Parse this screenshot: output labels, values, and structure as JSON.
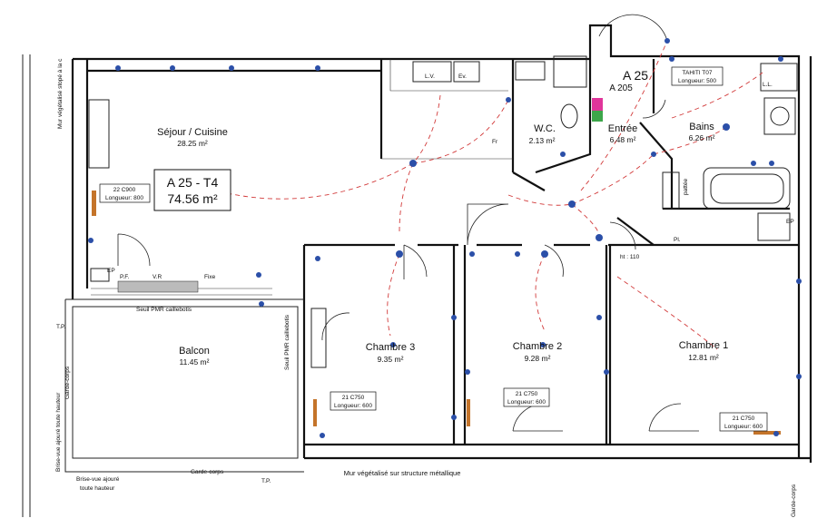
{
  "apartment": {
    "ref": "A 25 - T4",
    "area": "74.56 m²"
  },
  "stair_label": "A 25",
  "stair_sub": "A 205",
  "rooms": [
    {
      "name": "Séjour / Cuisine",
      "area": "28.25 m²"
    },
    {
      "name": "W.C.",
      "area": "2.13 m²"
    },
    {
      "name": "Entrée",
      "area": "6.48 m²"
    },
    {
      "name": "Bains",
      "area": "6.26 m²"
    },
    {
      "name": "Balcon",
      "area": "11.45 m²"
    },
    {
      "name": "Chambre 3",
      "area": "9.35 m²"
    },
    {
      "name": "Chambre 2",
      "area": "9.28 m²"
    },
    {
      "name": "Chambre 1",
      "area": "12.81 m²"
    }
  ],
  "radiators": [
    {
      "model": "22 C900",
      "length": "Longueur: 800"
    },
    {
      "model": "21 C750",
      "length": "Longueur: 600"
    },
    {
      "model": "21 C750",
      "length": "Longueur: 600"
    },
    {
      "model": "21 C750",
      "length": "Longueur: 600"
    },
    {
      "model": "TAHITI T07",
      "length": "Longueur: 500"
    }
  ],
  "notes": {
    "top_left_wall": "Mur végétalisé stopé à la c",
    "bottom_wall": "Mur végétalisé sur structure métallique",
    "seuil_pmr": "Seuil PMR caillebotis",
    "seuil_pmr_vertical": "Seuil PMR caillebotis",
    "garde_corps_bottom": "Garde-corps",
    "garde_corps_left": "Garde-corps",
    "garde_corps_right": "Garde-corps",
    "brise_vue_left": "Brise-vue ajouré toute hauteur",
    "brise_vue_line1": "Brise-vue ajouré",
    "brise_vue_line2": "toute hauteur",
    "tp_left": "T.P.",
    "tp_bottom": "T.P.",
    "ep_left": "EP",
    "ep_right": "EP",
    "pf": "P.F.",
    "vr": "V.R",
    "fixe": "Fixe",
    "fr": "Fr",
    "lv": "L.V.",
    "ev": "Ev.",
    "ll": "L.L.",
    "pl": "Pl.",
    "ht110": "ht : 110",
    "pattee": "pattée"
  }
}
